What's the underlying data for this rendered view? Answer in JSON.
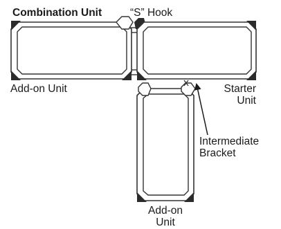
{
  "labels": {
    "combination_unit": "Combination Unit",
    "s_hook": "“S” Hook",
    "add_on_unit_left": "Add-on Unit",
    "starter_unit_line1": "Starter",
    "starter_unit_line2": "Unit",
    "intermediate_bracket_line1": "Intermediate",
    "intermediate_bracket_line2": "Bracket",
    "add_on_unit_bottom_line1": "Add-on",
    "add_on_unit_bottom_line2": "Unit"
  },
  "colors": {
    "frame_outline": "#333333",
    "frame_fill": "#ffffff",
    "corner_fill": "#2b2b2b",
    "bracket_fill": "#ffffff",
    "text": "#1a1a1a"
  }
}
